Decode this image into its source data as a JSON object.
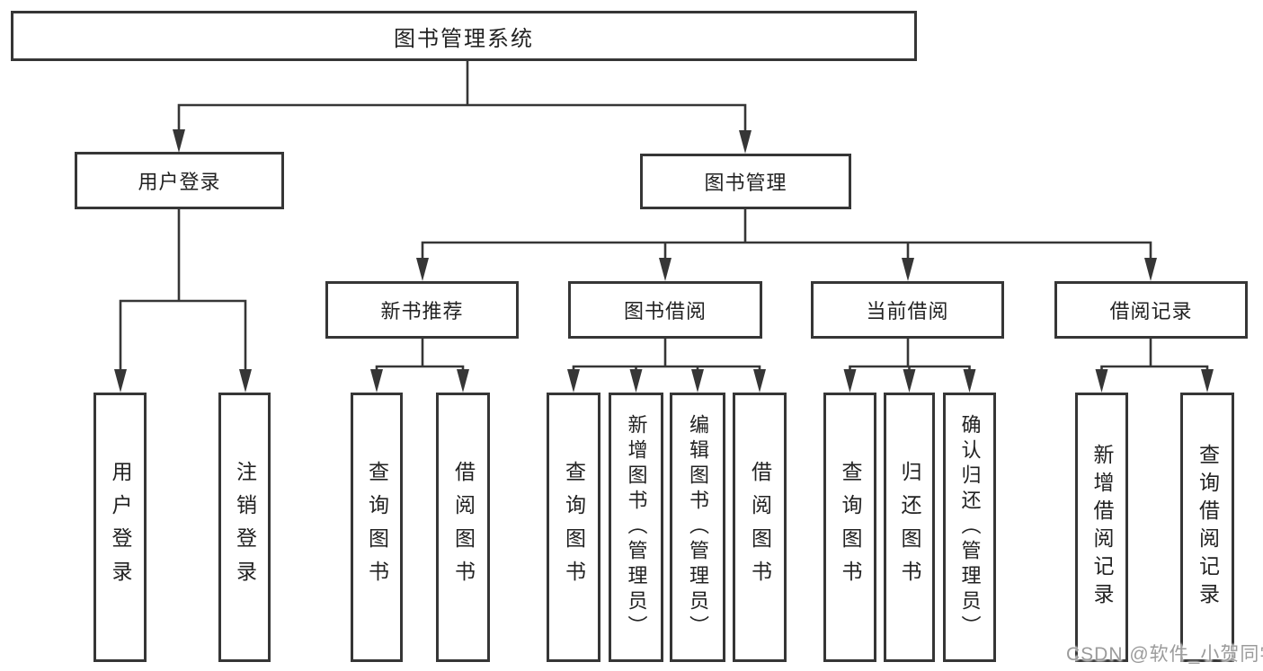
{
  "watermark": "CSDN @软件_小贺同学",
  "colors": {
    "line": "#363636",
    "text": "#222222",
    "background": "#ffffff",
    "watermark": "#9b9b9b"
  },
  "tree": {
    "label": "图书管理系统",
    "children": [
      {
        "label": "用户登录",
        "children": [
          {
            "label": "用户登录"
          },
          {
            "label": "注销登录"
          }
        ]
      },
      {
        "label": "图书管理",
        "children": [
          {
            "label": "新书推荐",
            "children": [
              {
                "label": "查询图书"
              },
              {
                "label": "借阅图书"
              }
            ]
          },
          {
            "label": "图书借阅",
            "children": [
              {
                "label": "查询图书"
              },
              {
                "label": "新增图书（管理员）"
              },
              {
                "label": "编辑图书（管理员）"
              },
              {
                "label": "借阅图书"
              }
            ]
          },
          {
            "label": "当前借阅",
            "children": [
              {
                "label": "查询图书"
              },
              {
                "label": "归还图书"
              },
              {
                "label": "确认归还（管理员）"
              }
            ]
          },
          {
            "label": "借阅记录",
            "children": [
              {
                "label": "新增借阅记录"
              },
              {
                "label": "查询借阅记录"
              }
            ]
          }
        ]
      }
    ]
  }
}
